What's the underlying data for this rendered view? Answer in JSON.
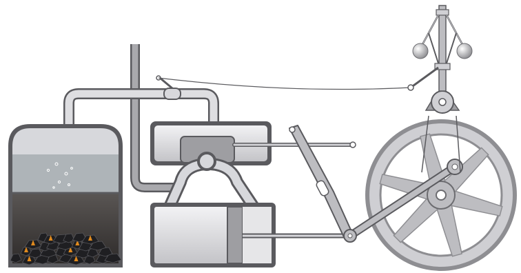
{
  "diagram": {
    "components": [
      {
        "id": "boiler",
        "icon": "boiler-icon"
      },
      {
        "id": "firebox-coal",
        "icon": "coal-fire-icon"
      },
      {
        "id": "steam-pipe",
        "icon": "pipe-icon"
      },
      {
        "id": "throttle-valve",
        "icon": "valve-icon"
      },
      {
        "id": "slide-valve-chest",
        "icon": "valve-chest-icon"
      },
      {
        "id": "power-cylinder",
        "icon": "cylinder-icon"
      },
      {
        "id": "piston",
        "icon": "piston-icon"
      },
      {
        "id": "piston-rod",
        "icon": "rod-icon"
      },
      {
        "id": "rocker-lever",
        "icon": "lever-icon"
      },
      {
        "id": "connecting-rod",
        "icon": "rod-icon"
      },
      {
        "id": "flywheel",
        "icon": "flywheel-icon"
      },
      {
        "id": "centrifugal-governor",
        "icon": "governor-icon"
      },
      {
        "id": "governor-linkage",
        "icon": "wire-icon"
      },
      {
        "id": "exhaust-stack",
        "icon": "pipe-icon"
      }
    ],
    "colors": {
      "metal_light": "#e4e4e6",
      "metal_mid": "#b8b8bc",
      "metal_dark": "#6c6c70",
      "outline": "#5a5a5e",
      "water": "#aeb4b8",
      "steam_space": "#d7d8dc",
      "firebox_top": "#5a5654",
      "firebox_bottom": "#2e2b2a",
      "coal": "#1f1f22",
      "ember": "#e08a1e",
      "flywheel": "#bdbdc1"
    }
  }
}
